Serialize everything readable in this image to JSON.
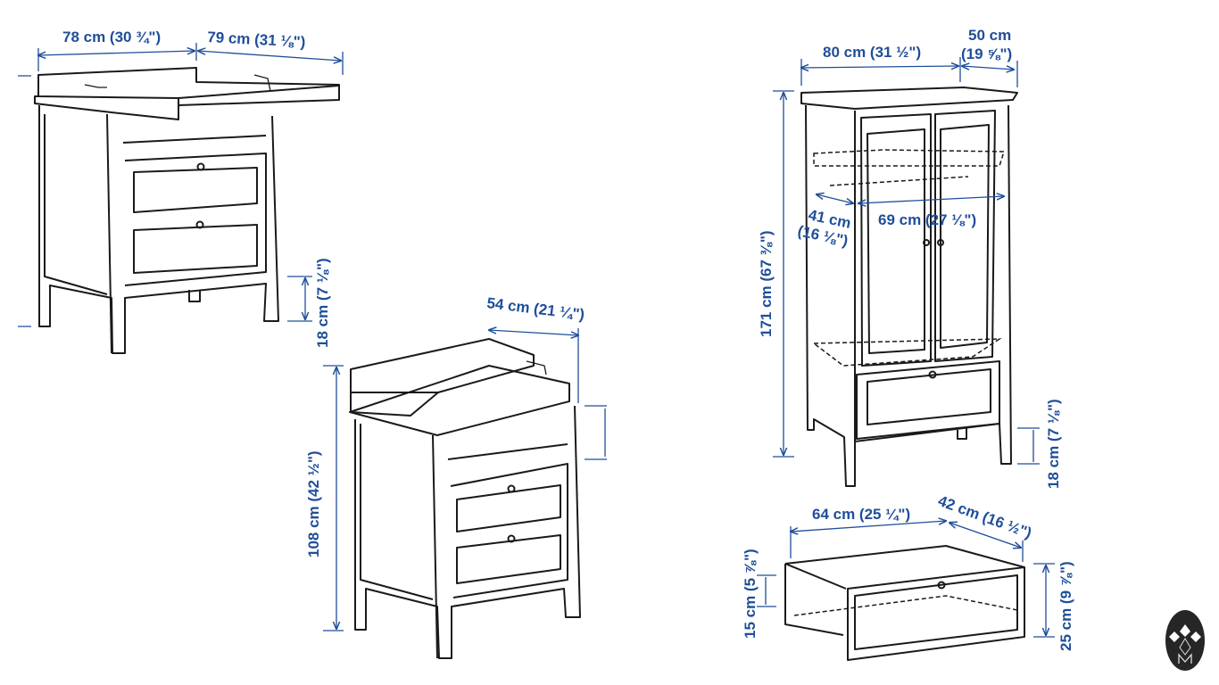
{
  "dimensions": {
    "changing_table": {
      "width_front": "78 cm (30 ¾\")",
      "width_open": "79 cm (31 ⅛\")",
      "leg_height": "18 cm (7 ⅛\")"
    },
    "dresser": {
      "depth": "54 cm (21 ¼\")",
      "height": "108 cm (42 ½\")"
    },
    "wardrobe": {
      "width": "80 cm (31 ½\")",
      "depth_line1": "50 cm",
      "depth_line2": "(19 ⅝\")",
      "inner_depth_line1": "41 cm",
      "inner_depth_line2": "(16 ⅛\")",
      "inner_width": "69 cm (27 ⅛\")",
      "height": "171 cm (67 ⅜\")",
      "leg_height": "18 cm (7 ⅛\")"
    },
    "drawer": {
      "width": "64 cm (25 ¼\")",
      "depth": "42 cm (16 ½\")",
      "inner_height": "15 cm (5 ⅞\")",
      "outer_height": "25 cm (9 ⅞\")"
    }
  },
  "colors": {
    "dimension": "#1f4e9a",
    "line": "#1a1a1a"
  }
}
